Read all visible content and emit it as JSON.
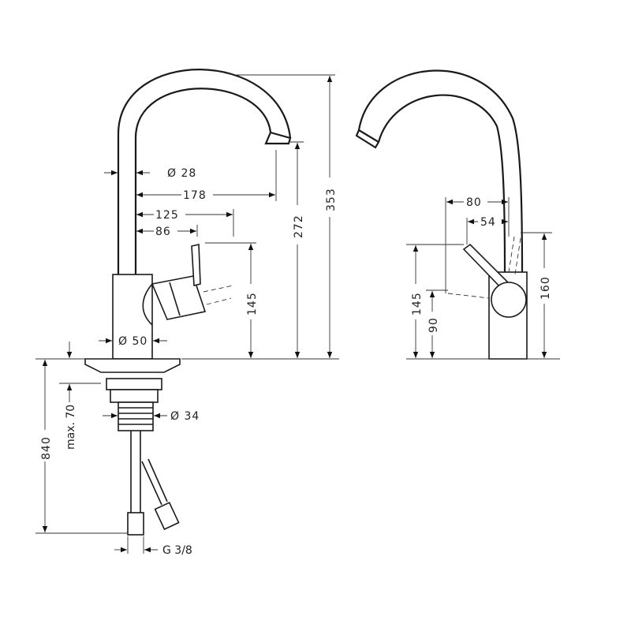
{
  "front_view": {
    "spout_diameter": "Ø 28",
    "reach_178": "178",
    "reach_125": "125",
    "reach_86": "86",
    "height_145": "145",
    "height_272": "272",
    "height_353": "353",
    "body_diameter": "Ø 50",
    "shank_diameter": "Ø 34",
    "max_thickness": "max. 70",
    "hose_length": "840",
    "connection": "G 3/8"
  },
  "side_view": {
    "dim_80": "80",
    "dim_54": "54",
    "height_145": "145",
    "height_90": "90",
    "height_160": "160"
  }
}
